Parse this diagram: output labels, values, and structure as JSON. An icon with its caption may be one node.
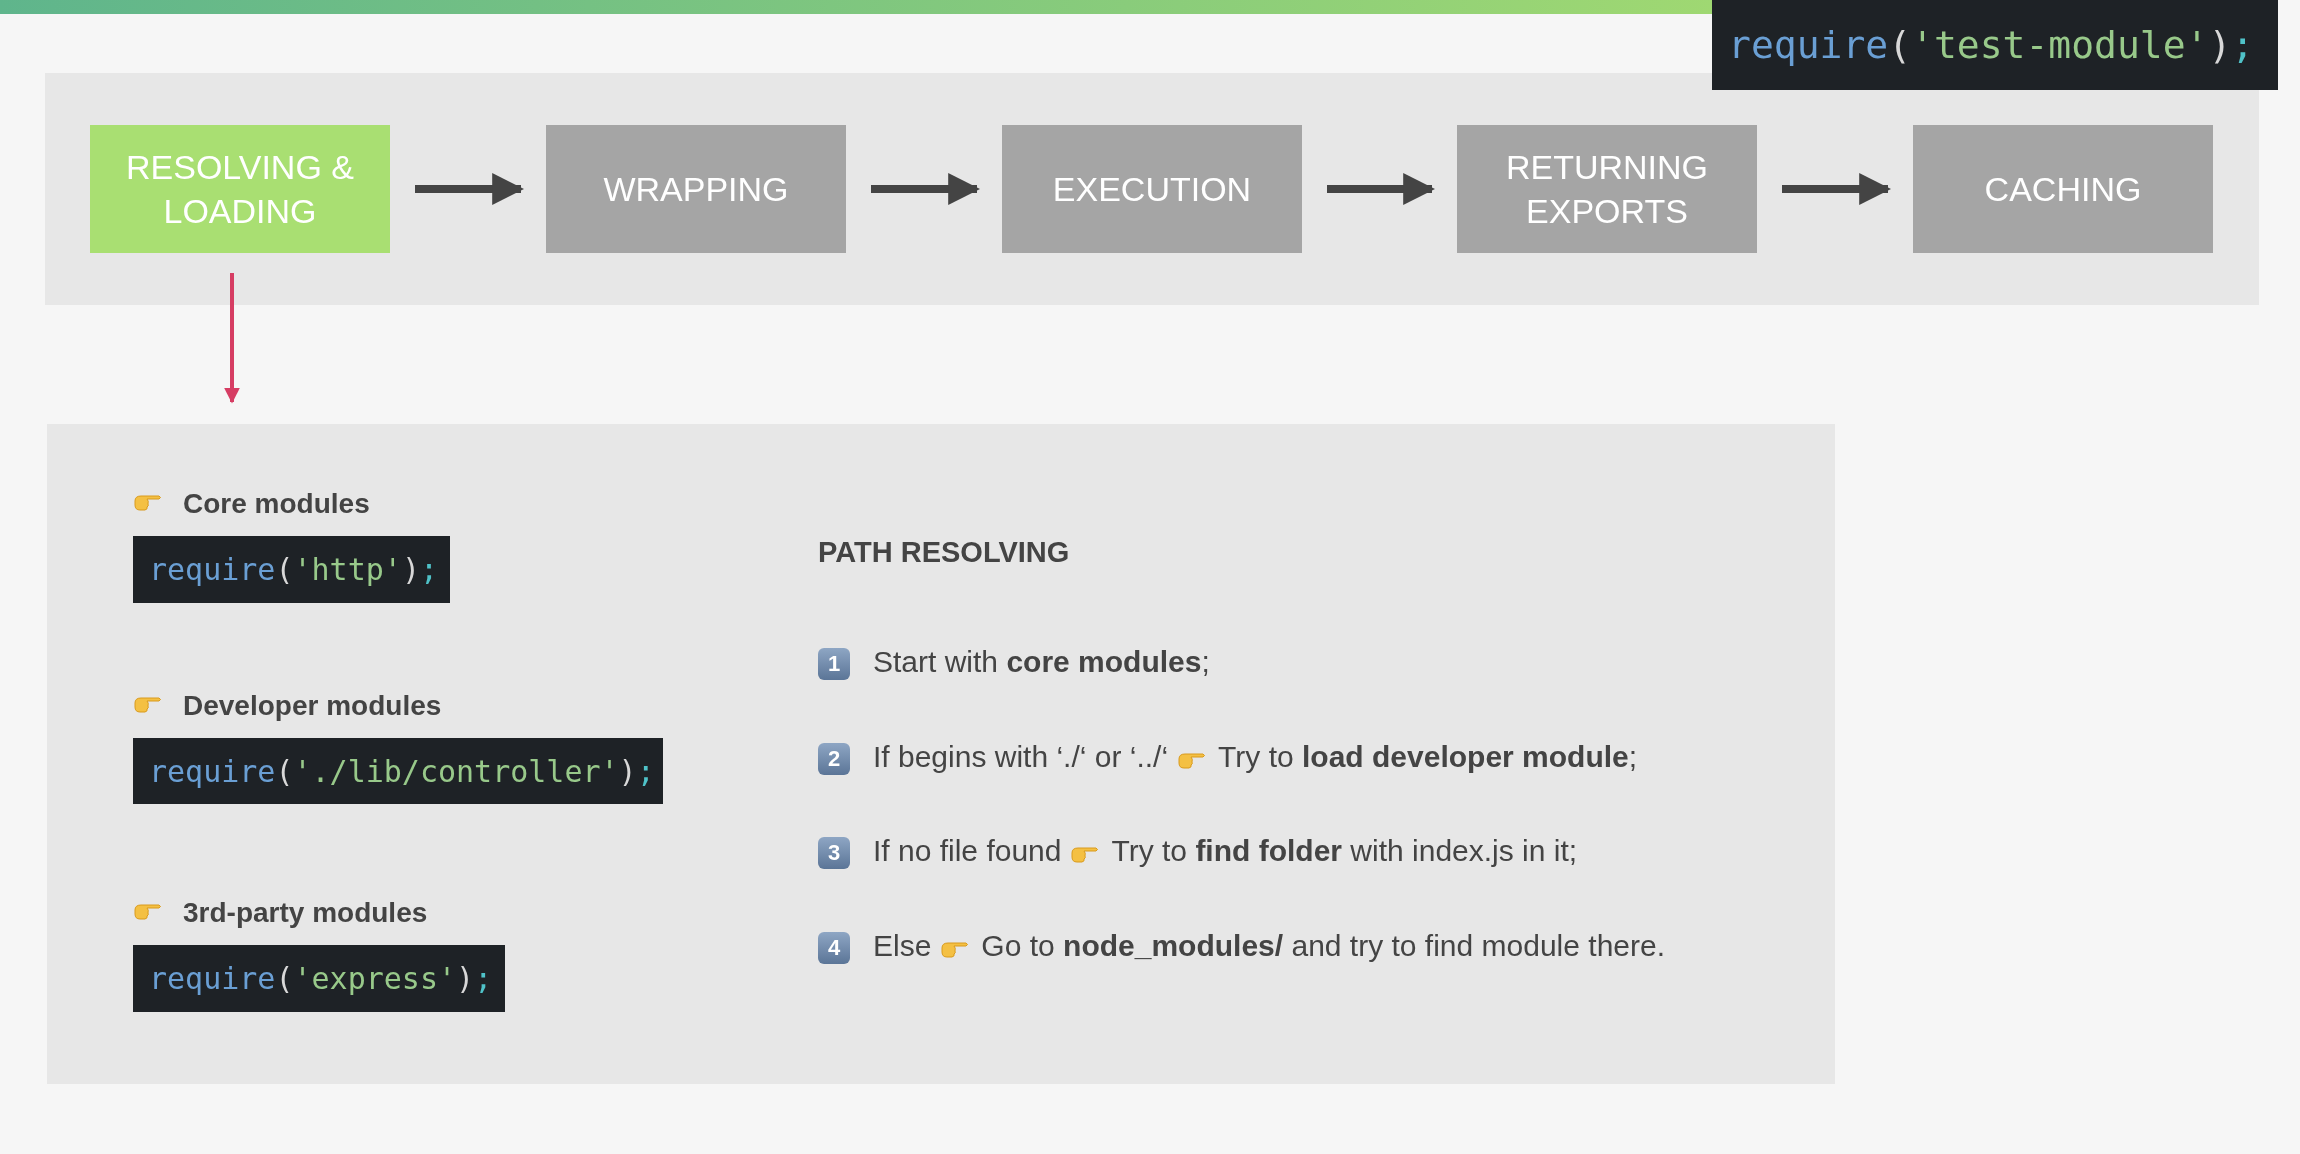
{
  "diagram": {
    "nodes": [
      {
        "text": [
          "require('test-module');"
        ]
      },
      {
        "text": [],
        "shape": "box"
      },
      {
        "text": [
          "RESOLVING & LOADING"
        ],
        "in": 1
      },
      {
        "text": [
          "WRAPPING"
        ],
        "in": 1
      },
      {
        "text": [
          "EXECUTION"
        ],
        "in": 1
      },
      {
        "text": [
          "RETURNING EXPORTS"
        ],
        "in": 1
      },
      {
        "text": [
          "CACHING"
        ],
        "in": 1
      },
      {
        "text": [],
        "shape": "box"
      },
      {
        "text": [
          "require('http');"
        ],
        "in": 7,
        "beside": [
          "Core modules"
        ]
      },
      {
        "text": [
          "require('./lib/controller');"
        ],
        "in": 7,
        "beside": [
          "Developer modules"
        ]
      },
      {
        "text": [
          "require('express');"
        ],
        "in": 7,
        "beside": [
          "3rd-party modules"
        ]
      }
    ],
    "edges": [
      {
        "from": 2,
        "to": 3,
        "arrow": "to"
      },
      {
        "from": 3,
        "to": 4,
        "arrow": "to"
      },
      {
        "from": 4,
        "to": 5,
        "arrow": "to"
      },
      {
        "from": 5,
        "to": 6,
        "arrow": "to"
      },
      {
        "from": 2,
        "to": 7,
        "arrow": "to",
        "color": "#d63d63"
      }
    ],
    "labels": [
      "PATH RESOLVING",
      "1",
      "Start with **core modules**;",
      "2",
      "If begins with ‘./‘ or ‘../‘",
      "Try to **load developer module**;",
      "3",
      "If no file found",
      "Try to **find folder** with index.js in it;",
      "4",
      "Else",
      "Go to **node_modules/** and try to find module there."
    ]
  }
}
